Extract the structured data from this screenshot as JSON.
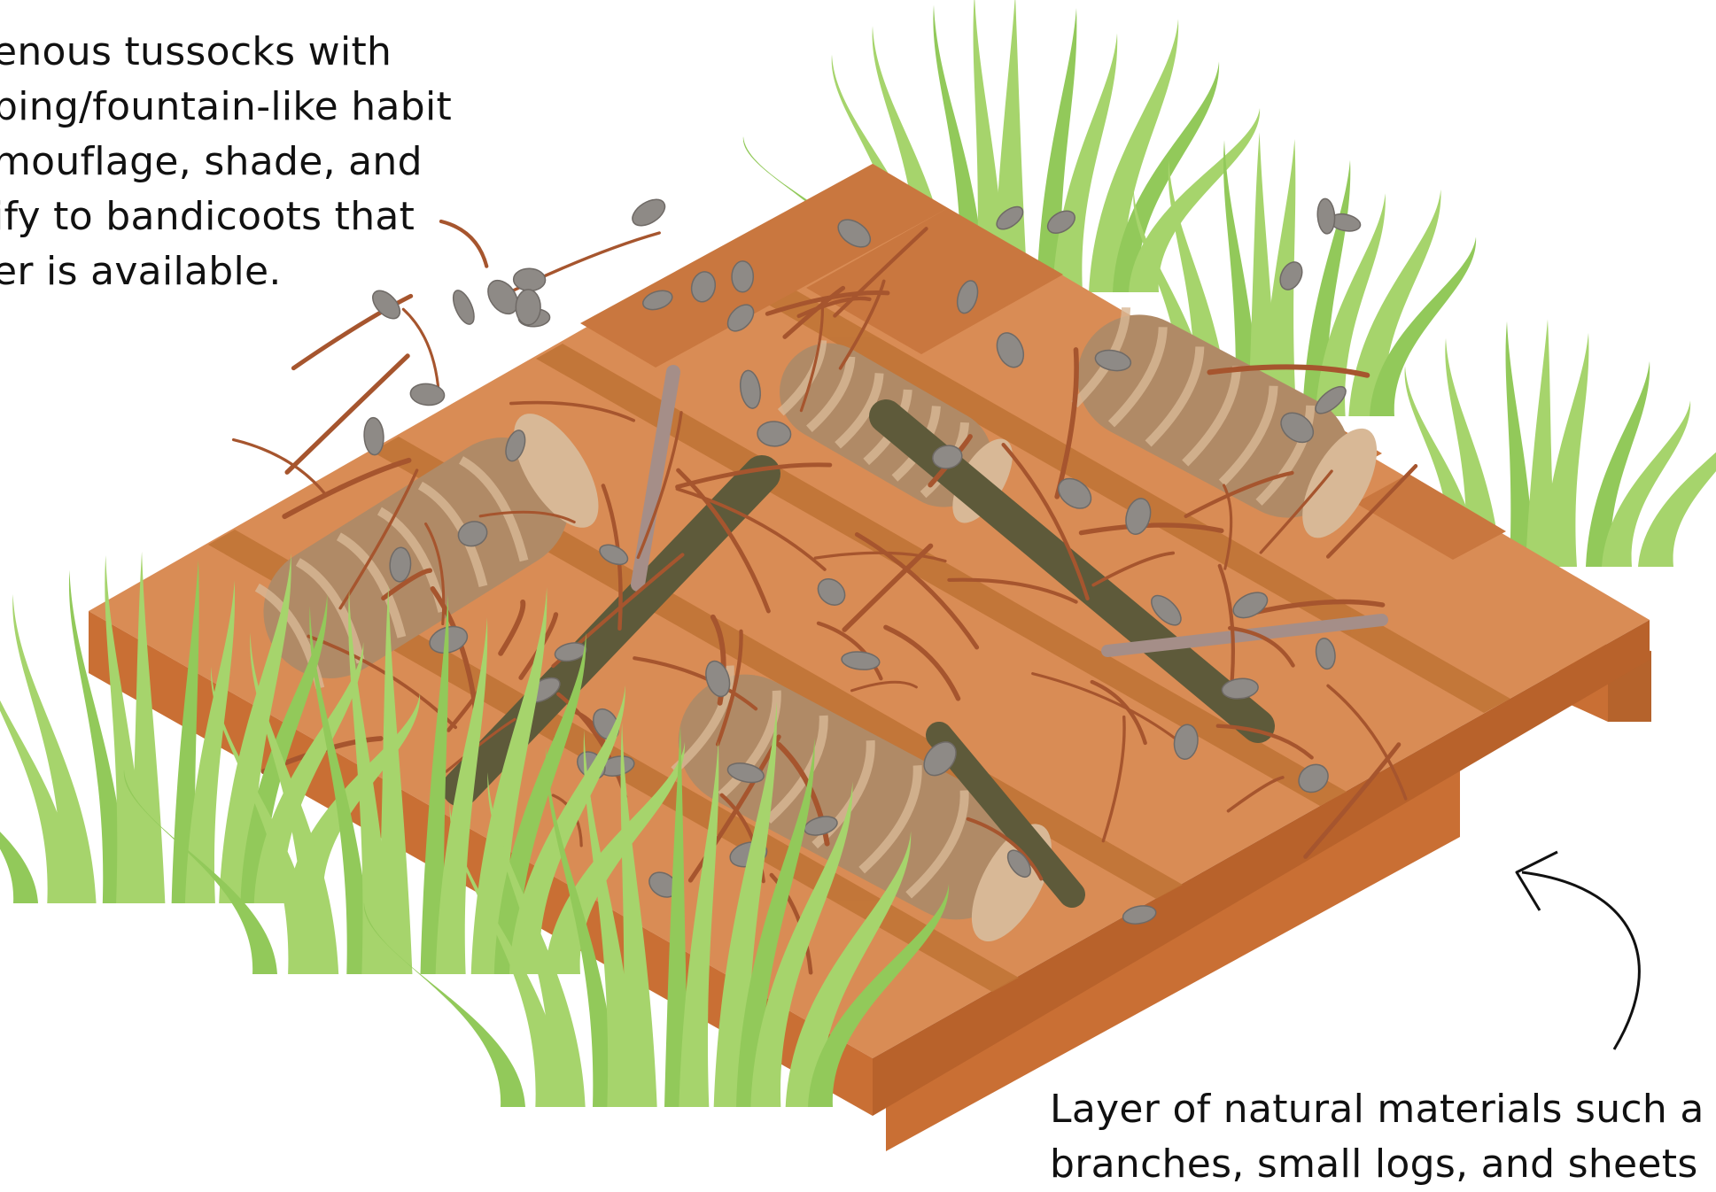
{
  "annotations": {
    "top": {
      "lines": [
        "enous tussocks with",
        "ping/fountain-like habit",
        "mouflage, shade, and",
        "ify to bandicoots that",
        "er is available."
      ]
    },
    "bottom": {
      "lines": [
        "Layer of natural materials such a",
        "branches, small logs, and sheets"
      ]
    }
  },
  "colors": {
    "pallet_top": "#D98C55",
    "pallet_side": "#C96F34",
    "pallet_shadow": "#B5632C",
    "grass_light": "#A6D46C",
    "grass_mid": "#92C95A",
    "log_bark": "#B08A66",
    "log_light": "#D8B896",
    "stick_dark": "#5E5A3A",
    "twig": "#A6552E",
    "leaf": "#8E8A86",
    "line": "#111111"
  },
  "icons": {
    "arrow": "curved-arrow-icon"
  }
}
